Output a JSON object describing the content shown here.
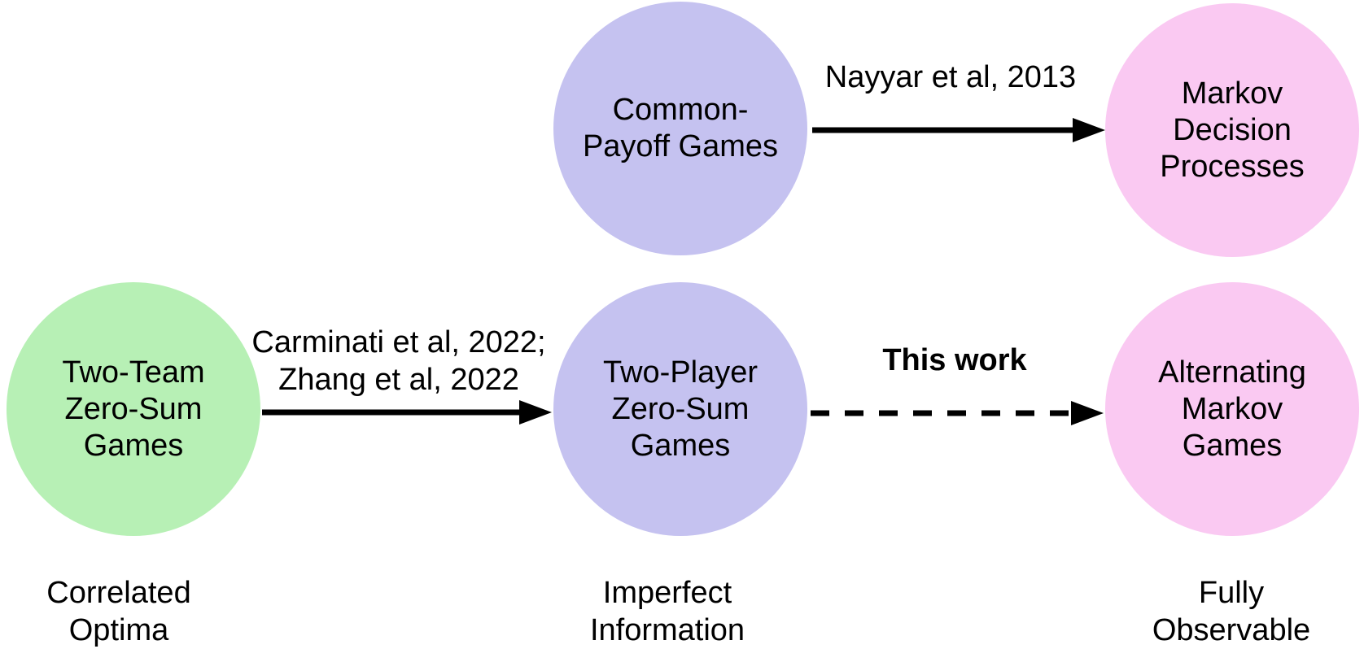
{
  "diagram": {
    "nodes": [
      {
        "id": "common-payoff-games",
        "lines": [
          "Common-",
          "Payoff Games"
        ],
        "color": "#c5c2f0"
      },
      {
        "id": "markov-decision-processes",
        "lines": [
          "Markov",
          "Decision",
          "Processes"
        ],
        "color": "#fac9f2"
      },
      {
        "id": "two-team-zero-sum-games",
        "lines": [
          "Two-Team",
          "Zero-Sum",
          "Games"
        ],
        "color": "#b7f0b5"
      },
      {
        "id": "two-player-zero-sum-games",
        "lines": [
          "Two-Player",
          "Zero-Sum",
          "Games"
        ],
        "color": "#c5c2f0"
      },
      {
        "id": "alternating-markov-games",
        "lines": [
          "Alternating",
          "Markov",
          "Games"
        ],
        "color": "#fac9f2"
      }
    ],
    "edges": [
      {
        "from": "common-payoff-games",
        "to": "markov-decision-processes",
        "label": "Nayyar et al, 2013",
        "style": "solid",
        "bold": false
      },
      {
        "from": "two-team-zero-sum-games",
        "to": "two-player-zero-sum-games",
        "label_lines": [
          "Carminati et al, 2022;",
          "Zhang et al, 2022"
        ],
        "style": "solid",
        "bold": false
      },
      {
        "from": "two-player-zero-sum-games",
        "to": "alternating-markov-games",
        "label": "This work",
        "style": "dashed",
        "bold": true
      }
    ],
    "captions": [
      {
        "node": "two-team-zero-sum-games",
        "lines": [
          "Correlated",
          "Optima"
        ]
      },
      {
        "node": "two-player-zero-sum-games",
        "lines": [
          "Imperfect",
          "Information"
        ]
      },
      {
        "node": "alternating-markov-games",
        "lines": [
          "Fully",
          "Observable"
        ]
      }
    ],
    "colors": {
      "background": "#ffffff",
      "text": "#000000",
      "arrow": "#000000",
      "node_lavender": "#c5c2f0",
      "node_pink": "#fac9f2",
      "node_green": "#b7f0b5"
    }
  }
}
